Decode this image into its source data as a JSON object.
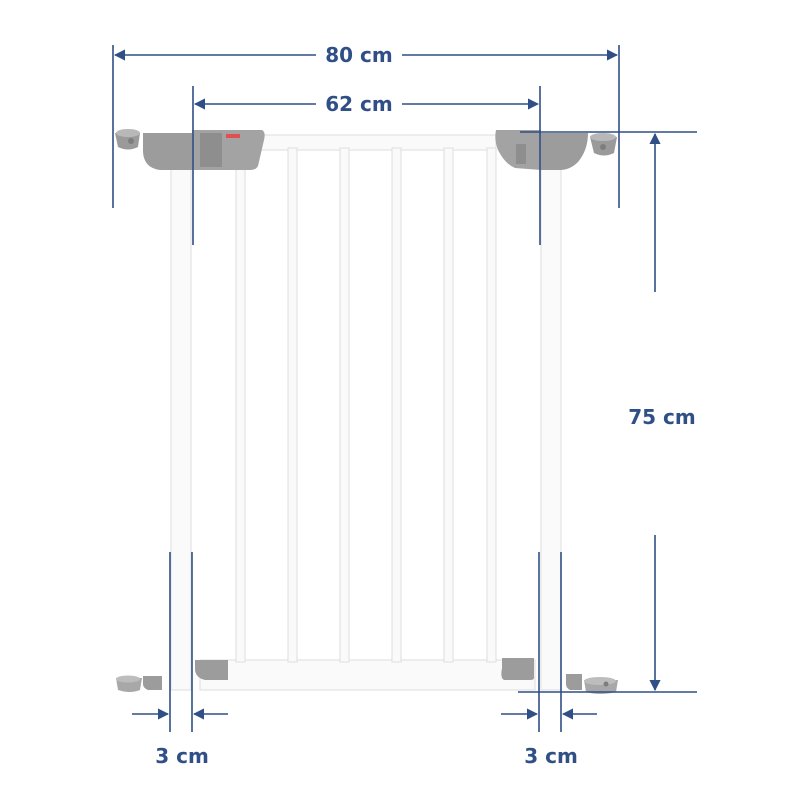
{
  "colors": {
    "dimension_line": "#2f4f86",
    "gate_frame": "#fafafa",
    "gate_outline": "#e4e4e4",
    "fixture_gray": "#9c9c9c",
    "fixture_dark": "#7d7d7d",
    "logo_red": "#e05050"
  },
  "dimensions": {
    "total_width": "80 cm",
    "gate_width": "62 cm",
    "height": "75 cm",
    "left_frame": "3 cm",
    "right_frame": "3 cm"
  }
}
